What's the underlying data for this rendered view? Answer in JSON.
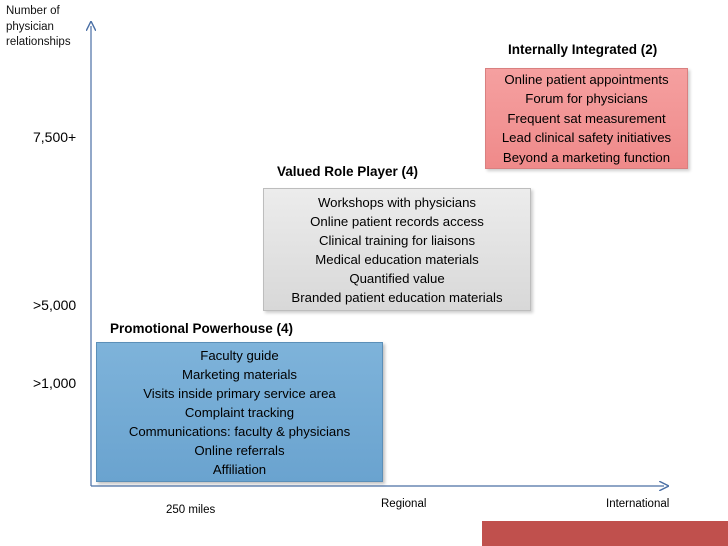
{
  "axes": {
    "y_label_lines": [
      "Number of",
      "physician",
      "relationships"
    ],
    "y_ticks": [
      "7,500+",
      ">5,000",
      ">1,000"
    ],
    "x_ticks": [
      "250 miles",
      "Regional",
      "International"
    ]
  },
  "boxes": {
    "promotional": {
      "title": "Promotional Powerhouse (4)",
      "items": [
        "Faculty guide",
        "Marketing materials",
        "Visits inside primary service area",
        "Complaint tracking",
        "Communications: faculty & physicians",
        "Online referrals",
        "Affiliation"
      ]
    },
    "valued": {
      "title": "Valued Role Player (4)",
      "items": [
        "Workshops with physicians",
        "Online patient records access",
        "Clinical training for liaisons",
        "Medical education materials",
        "Quantified value",
        "Branded patient education materials"
      ]
    },
    "internal": {
      "title": "Internally Integrated (2)",
      "items": [
        "Online patient appointments",
        "Forum for physicians",
        "Frequent sat measurement",
        "Lead clinical safety initiatives",
        "Beyond a marketing function"
      ]
    }
  },
  "colors": {
    "promotional_fill": "#7eb3da",
    "valued_fill": "#e3e3e3",
    "internal_fill": "#f19494",
    "axis": "#4a6fa5",
    "accent_bar": "#c0504d"
  }
}
